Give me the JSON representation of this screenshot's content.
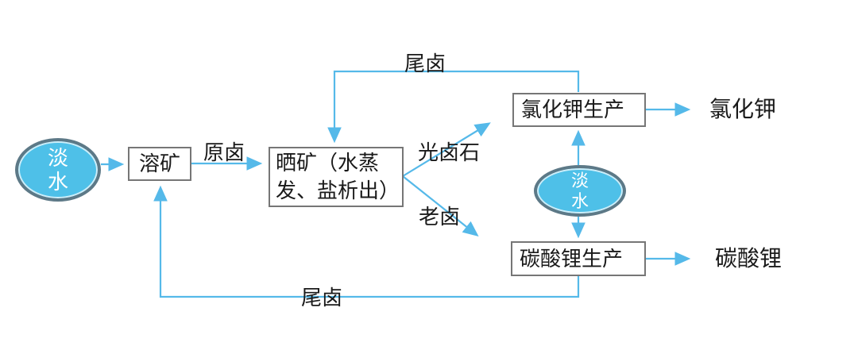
{
  "diagram": {
    "nodes": {
      "freshwater_left": {
        "line1": "淡",
        "line2": "水"
      },
      "dissolve": {
        "label": "溶矿"
      },
      "evaporate": {
        "line1": "晒矿（水蒸",
        "line2": "发、盐析出）"
      },
      "kcl_production": {
        "label": "氯化钾生产"
      },
      "freshwater_mid": {
        "line1": "淡",
        "line2": "水"
      },
      "licarb_production": {
        "label": "碳酸锂生产"
      }
    },
    "edge_labels": {
      "raw_brine": "原卤",
      "tail_brine_top": "尾卤",
      "carnallite": "光卤石",
      "old_brine": "老卤",
      "tail_brine_bottom": "尾卤"
    },
    "outputs": {
      "potassium_chloride": "氯化钾",
      "lithium_carbonate": "碳酸锂"
    },
    "colors": {
      "arrow_blue": "#55b9e9",
      "node_fill_blue": "#4ec0e8",
      "node_ring_gray": "#5d7987",
      "box_border_gray": "#767676",
      "text_black": "#1a1a1a"
    }
  }
}
